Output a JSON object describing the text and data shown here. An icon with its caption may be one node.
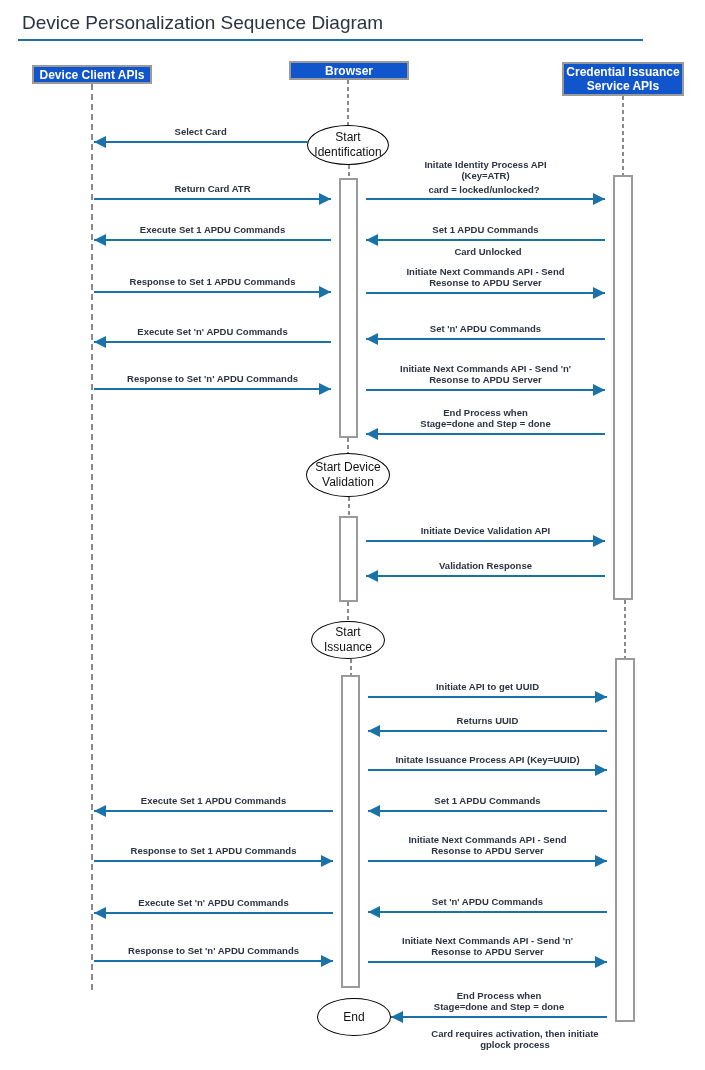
{
  "diagram": {
    "title": "Device Personalization Sequence Diagram",
    "nodes": [
      {
        "text": [
          "Device Client APIs"
        ]
      },
      {
        "text": [
          "Browser"
        ]
      },
      {
        "text": [
          "Credential Issuance Service APIs"
        ]
      },
      {
        "text": [
          "Start Identification"
        ]
      },
      {
        "text": [],
        "shape": "bar"
      },
      {
        "text": [],
        "shape": "bar"
      },
      {
        "text": [
          "Start Device Validation"
        ]
      },
      {
        "text": [],
        "shape": "bar"
      },
      {
        "text": [
          "Start Issuance"
        ]
      },
      {
        "text": [],
        "shape": "bar"
      },
      {
        "text": [],
        "shape": "bar"
      },
      {
        "text": [
          "End"
        ]
      },
      {
        "text": [],
        "shape": "line"
      }
    ],
    "edges": [
      {
        "from": 3,
        "to": 12,
        "arrow": "to",
        "label": "Select Card"
      },
      {
        "from": 12,
        "to": 4,
        "arrow": "to",
        "label": "Return Card ATR"
      },
      {
        "from": 4,
        "to": 5,
        "arrow": "to",
        "label": "Initate Identity Process API (Key=ATR)"
      },
      {
        "from": 4,
        "to": 12,
        "arrow": "to",
        "label": "Execute Set 1 APDU Commands"
      },
      {
        "from": 5,
        "to": 4,
        "arrow": "to",
        "label": "Set 1 APDU Commands"
      },
      {
        "from": 12,
        "to": 4,
        "arrow": "to",
        "label": "Response to Set 1 APDU Commands"
      },
      {
        "from": 4,
        "to": 5,
        "arrow": "to",
        "label": "Initiate Next Commands API - Send Resonse to APDU Server"
      },
      {
        "from": 4,
        "to": 12,
        "arrow": "to",
        "label": "Execute Set 'n' APDU Commands"
      },
      {
        "from": 5,
        "to": 4,
        "arrow": "to",
        "label": "Set 'n' APDU Commands"
      },
      {
        "from": 12,
        "to": 4,
        "arrow": "to",
        "label": "Response to Set 'n' APDU Commands"
      },
      {
        "from": 4,
        "to": 5,
        "arrow": "to",
        "label": "Initiate Next Commands API - Send 'n' Resonse to APDU Server"
      },
      {
        "from": 5,
        "to": 4,
        "arrow": "to",
        "label": "End Process when Stage=done and Step = done"
      },
      {
        "from": 7,
        "to": 5,
        "arrow": "to",
        "label": "Initiate Device Validation API"
      },
      {
        "from": 5,
        "to": 7,
        "arrow": "to",
        "label": "Validation Response"
      },
      {
        "from": 10,
        "to": 9,
        "arrow": "to",
        "label": "Initiate API to get UUID"
      },
      {
        "from": 9,
        "to": 10,
        "arrow": "to",
        "label": "Returns UUID"
      },
      {
        "from": 10,
        "to": 9,
        "arrow": "to",
        "label": "Initate Issuance Process API (Key=UUID)"
      },
      {
        "from": 10,
        "to": 12,
        "arrow": "to",
        "label": "Execute Set 1 APDU Commands"
      },
      {
        "from": 9,
        "to": 10,
        "arrow": "to",
        "label": "Set 1 APDU Commands"
      },
      {
        "from": 12,
        "to": 10,
        "arrow": "to",
        "label": "Response to Set 1 APDU Commands"
      },
      {
        "from": 10,
        "to": 9,
        "arrow": "to",
        "label": "Initiate Next Commands API - Send Resonse to APDU Server"
      },
      {
        "from": 10,
        "to": 12,
        "arrow": "to",
        "label": "Execute Set 'n' APDU Commands"
      },
      {
        "from": 9,
        "to": 10,
        "arrow": "to",
        "label": "Set 'n' APDU Commands"
      },
      {
        "from": 12,
        "to": 10,
        "arrow": "to",
        "label": "Response to Set 'n' APDU Commands"
      },
      {
        "from": 10,
        "to": 9,
        "arrow": "to",
        "label": "Initiate Next Commands API - Send 'n' Resonse to APDU Server"
      },
      {
        "from": 9,
        "to": 11,
        "arrow": "to",
        "label": "End Process when Stage=done and Step = done"
      },
      {
        "from": 1,
        "to": 3,
        "arrow": "none",
        "style": "dashed",
        "color": "#8a8a8a"
      },
      {
        "from": 3,
        "to": 4,
        "arrow": "none",
        "style": "dashed",
        "color": "#8a8a8a"
      },
      {
        "from": 4,
        "to": 6,
        "arrow": "none",
        "style": "dashed",
        "color": "#8a8a8a"
      },
      {
        "from": 6,
        "to": 7,
        "arrow": "none",
        "style": "dashed",
        "color": "#8a8a8a"
      },
      {
        "from": 7,
        "to": 8,
        "arrow": "none",
        "style": "dashed",
        "color": "#8a8a8a"
      },
      {
        "from": 8,
        "to": 10,
        "arrow": "none",
        "style": "dashed",
        "color": "#8a8a8a"
      },
      {
        "from": 2,
        "to": 5,
        "arrow": "none",
        "style": "dashed",
        "color": "#8a8a8a"
      },
      {
        "from": 5,
        "to": 9,
        "arrow": "none",
        "style": "dashed",
        "color": "#8a8a8a"
      }
    ],
    "labels": [
      "card = locked/unlocked?",
      "Card Unlocked",
      "Card requires activation, then initiate gplock process"
    ]
  }
}
